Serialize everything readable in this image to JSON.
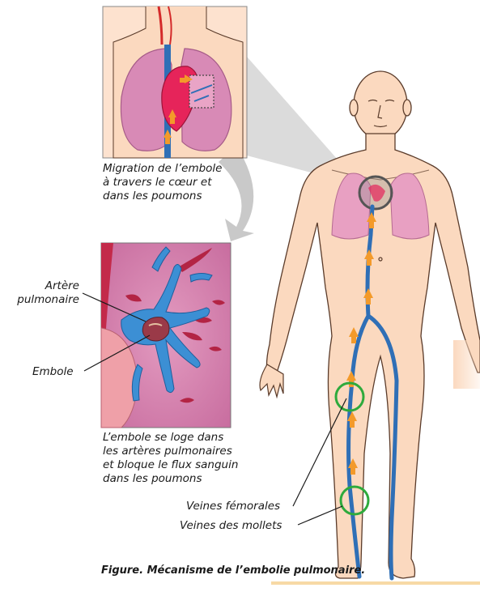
{
  "labels": {
    "migration": [
      "Migration de l’embole",
      "à travers le cœur et",
      "dans les poumons"
    ],
    "artere": [
      "Artère",
      "pulmonaire"
    ],
    "embole": "Embole",
    "loge": [
      "L’embole se loge dans",
      "les artères pulmonaires",
      "et bloque le flux sanguin",
      "dans les poumons"
    ],
    "veines_femorales": "Veines fémorales",
    "veines_mollets": "Veines des mollets"
  },
  "caption": "Figure. Mécanisme de l’embolie pulmonaire.",
  "colors": {
    "skin": "#fbd9bf",
    "skin_outline": "#5a3b2a",
    "lung": "#e8a0c2",
    "vein": "#2f6fb6",
    "arrow": "#f39a2a",
    "heart": "#e6245a",
    "circle": "#2eaa3c"
  }
}
